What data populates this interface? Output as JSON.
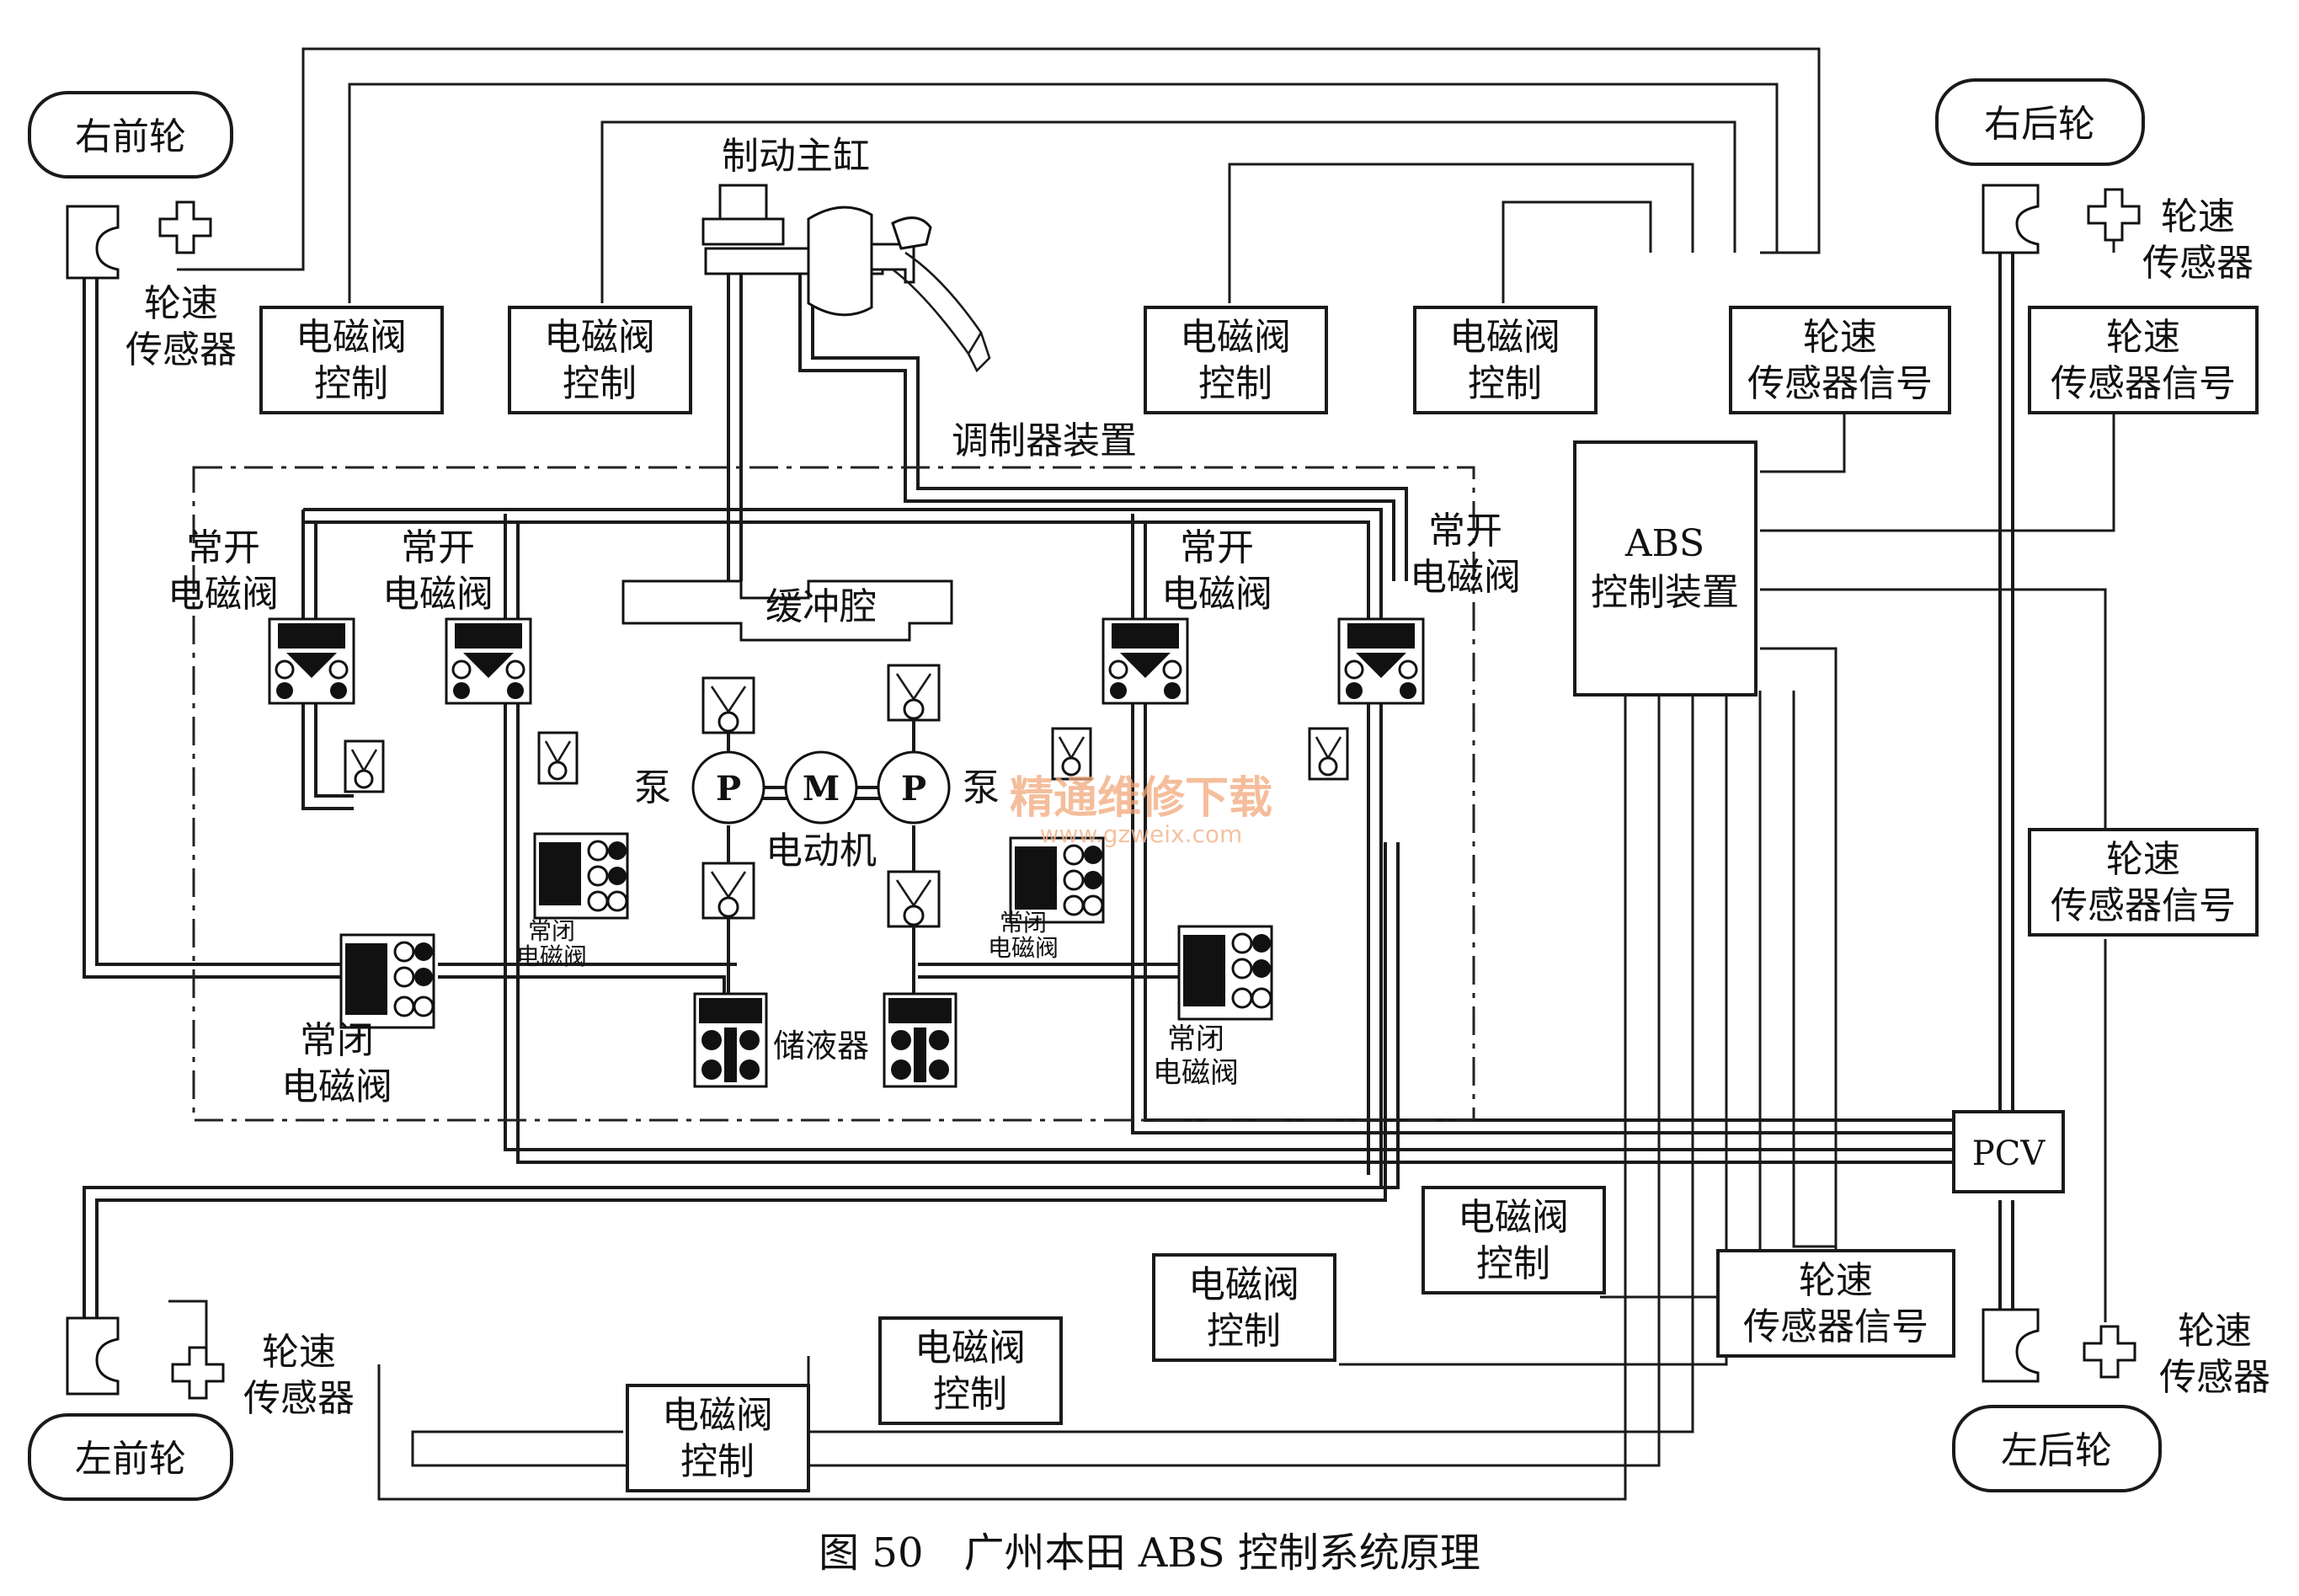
{
  "caption": "图 50　广州本田 ABS 控制系统原理",
  "wheels": {
    "front_right": "右前轮",
    "rear_right": "右后轮",
    "front_left": "左前轮",
    "rear_left": "左后轮"
  },
  "wheel_speed_sensor": [
    "轮速",
    "传感器"
  ],
  "wheel_speed_signal": [
    "轮速",
    "传感器信号"
  ],
  "solenoid_control": [
    "电磁阀",
    "控制"
  ],
  "normally_open_valve": [
    "常开",
    "电磁阀"
  ],
  "normally_closed_valve": [
    "常闭",
    "电磁阀"
  ],
  "master_cylinder": "制动主缸",
  "modulator": "调制器装置",
  "buffer_chamber": "缓冲腔",
  "pump": "泵",
  "pump_symbol": "P",
  "motor_symbol": "M",
  "motor": "电动机",
  "reservoir": "储液器",
  "abs_unit": [
    "ABS",
    "控制装置"
  ],
  "pcv": "PCV",
  "watermark": {
    "cn": "精通维修下载",
    "url": "www.gzweix.com"
  }
}
